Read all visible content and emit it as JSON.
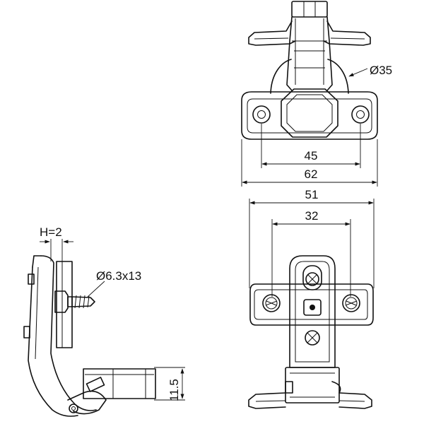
{
  "dimensions": {
    "cup_diameter": "Ø35",
    "hole_spacing_top": "45",
    "plate_width_top": "62",
    "plate_width_bottom": "51",
    "hole_spacing_bottom": "32",
    "overlay_h": "H=2",
    "screw": "Ø6.3x13",
    "height": "11.5"
  }
}
